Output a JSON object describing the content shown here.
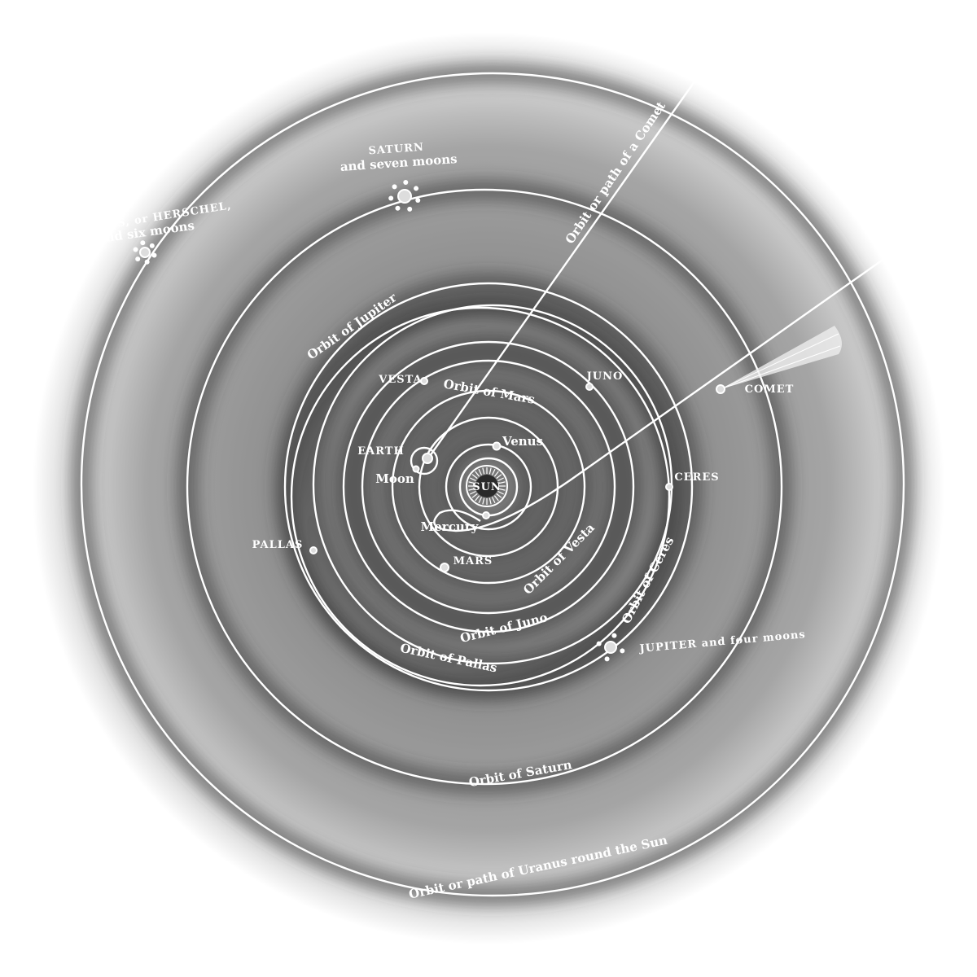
{
  "title": "Solar system diagram",
  "labels": {
    "uranus": "URANUS, or HERSCHEL,",
    "uranus_sub": "and six moons",
    "saturn": "SATURN",
    "saturn_sub": "and seven moons",
    "comet_orbit": "Orbit or path of a Comet",
    "jupiter_orbit": "Orbit of Jupiter",
    "vesta": "VESTA",
    "juno": "JUNO",
    "mars_orbit": "Orbit of Mars",
    "comet": "COMET",
    "earth": "EARTH",
    "moon": "Moon",
    "venus": "Venus",
    "sun": "SUN",
    "mercury": "Mercury",
    "ceres": "CERES",
    "pallas": "PALLAS",
    "mars": "MARS",
    "vesta_orbit": "Orbit of Vesta",
    "ceres_orbit": "Orbit of Ceres",
    "juno_orbit": "Orbit of Juno",
    "pallas_orbit": "Orbit of Pallas",
    "jupiter": "JUPITER and four moons",
    "saturn_orbit": "Orbit of Saturn",
    "uranus_orbit": "Orbit or path of Uranus round the Sun"
  },
  "colors": {
    "line": "#ffffff",
    "shade": "#3a3a3a"
  }
}
